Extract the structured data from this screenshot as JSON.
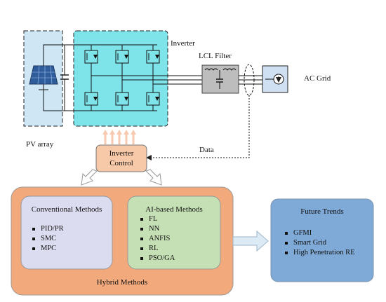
{
  "labels": {
    "inverter": "Inverter",
    "lcl_filter": "LCL Filter",
    "ac_grid": "AC Grid",
    "pv_array": "PV array",
    "data": "Data",
    "inverter_control": "Inverter\nControl",
    "hybrid_methods": "Hybrid Methods"
  },
  "conventional": {
    "title": "Conventional Methods",
    "items": [
      "PID/PR",
      "SMC",
      "MPC"
    ]
  },
  "ai_based": {
    "title": "AI-based Methods",
    "items": [
      "FL",
      "NN",
      "ANFIS",
      "RL",
      "PSO/GA"
    ]
  },
  "future": {
    "title": "Future Trends",
    "items": [
      "GFMI",
      "Smart Grid",
      "High Penetration RE"
    ]
  },
  "colors": {
    "pv_box": "#cfe6f5",
    "inverter_box": "#7ee4ea",
    "control_box": "#f7c9a8",
    "hybrid_box": "#f2a97c",
    "conventional_box": "#dcdcf0",
    "ai_box": "#c5e0b4",
    "future_box": "#7fa9d6",
    "arrow_fill": "#f6c9b0"
  },
  "icons": [
    "solar-panel-icon",
    "igbt-switch-icon",
    "ac-source-icon",
    "capacitor-icon",
    "inductor-icon"
  ]
}
